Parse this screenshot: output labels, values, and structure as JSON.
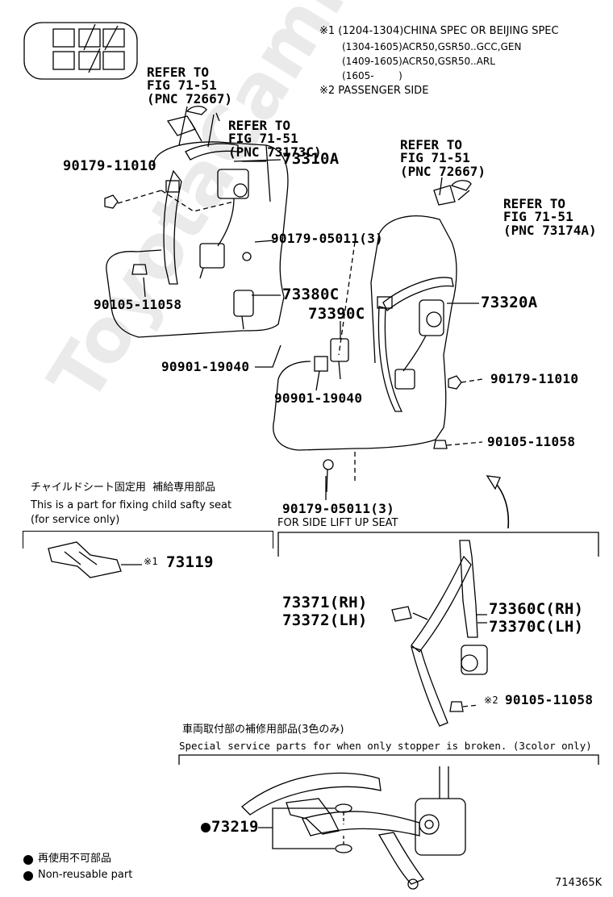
{
  "watermark": "ToyotaCamrine.ru",
  "notes": {
    "n1_line1": "※1 (1204-1304)CHINA SPEC OR BEIJING SPEC",
    "n1_line2": "(1304-1605)ACR50,GSR50..GCC,GEN",
    "n1_line3": "(1409-1605)ACR50,GSR50..ARL",
    "n1_line4": "(1605-        )",
    "n2": "※2 PASSENGER SIDE"
  },
  "refs": {
    "ref_a": [
      "REFER TO",
      "FIG 71-51",
      "(PNC 72667)"
    ],
    "ref_b": [
      "REFER TO",
      "FIG 71-51",
      "(PNC 73173C)"
    ],
    "ref_c": [
      "REFER TO",
      "FIG 71-51",
      "(PNC 72667)"
    ],
    "ref_d": [
      "REFER TO",
      "FIG 71-51",
      "(PNC 73174A)"
    ]
  },
  "parts": {
    "p90179_11010_left": "90179-11010",
    "p73310A": "73310A",
    "p90179_05011_top": "90179-05011(3)",
    "p90105_11058_left": "90105-11058",
    "p73380C": "73380C",
    "p73390C": "73390C",
    "p73320A": "73320A",
    "p90901_19040_a": "90901-19040",
    "p90901_19040_b": "90901-19040",
    "p90179_11010_right": "90179-11010",
    "p90105_11058_right": "90105-11058",
    "p90179_05011_bottom": "90179-05011(3)",
    "p73119": "73119",
    "p73119_mark": "※1",
    "p73371": "73371(RH)",
    "p73372": "73372(LH)",
    "p73360C": "73360C(RH)",
    "p73370C": "73370C(LH)",
    "p90105_11058_pass": "90105-11058",
    "p90105_11058_pass_mark": "※2",
    "p73219": "73219"
  },
  "child_seat": {
    "jp": "チャイルドシート固定用  補給専用部品",
    "en1": "This is a part for fixing child safty seat",
    "en2": "(for service only)"
  },
  "side_lift": "FOR SIDE LIFT UP SEAT",
  "stopper": {
    "jp": "車両取付部の補修用部品(3色のみ)",
    "en": "Special service parts for when only stopper is broken. (3color only)"
  },
  "legend": {
    "jp": "再使用不可部品",
    "en": "Non-reusable part"
  },
  "figure_id": "714365K"
}
